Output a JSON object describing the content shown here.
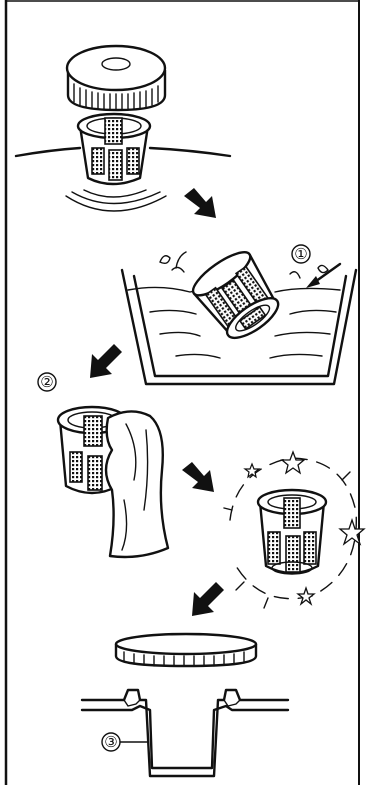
{
  "step_labels": [
    {
      "id": "step-1",
      "text": "①"
    },
    {
      "id": "step-2",
      "text": "②"
    },
    {
      "id": "step-3",
      "text": "③"
    }
  ],
  "icons": [
    "cap",
    "filter-basket",
    "wash-basin",
    "cloth",
    "sparkle",
    "arrow",
    "pipe-fitting"
  ],
  "colors": {
    "ink": "#111111",
    "background": "#ffffff"
  }
}
